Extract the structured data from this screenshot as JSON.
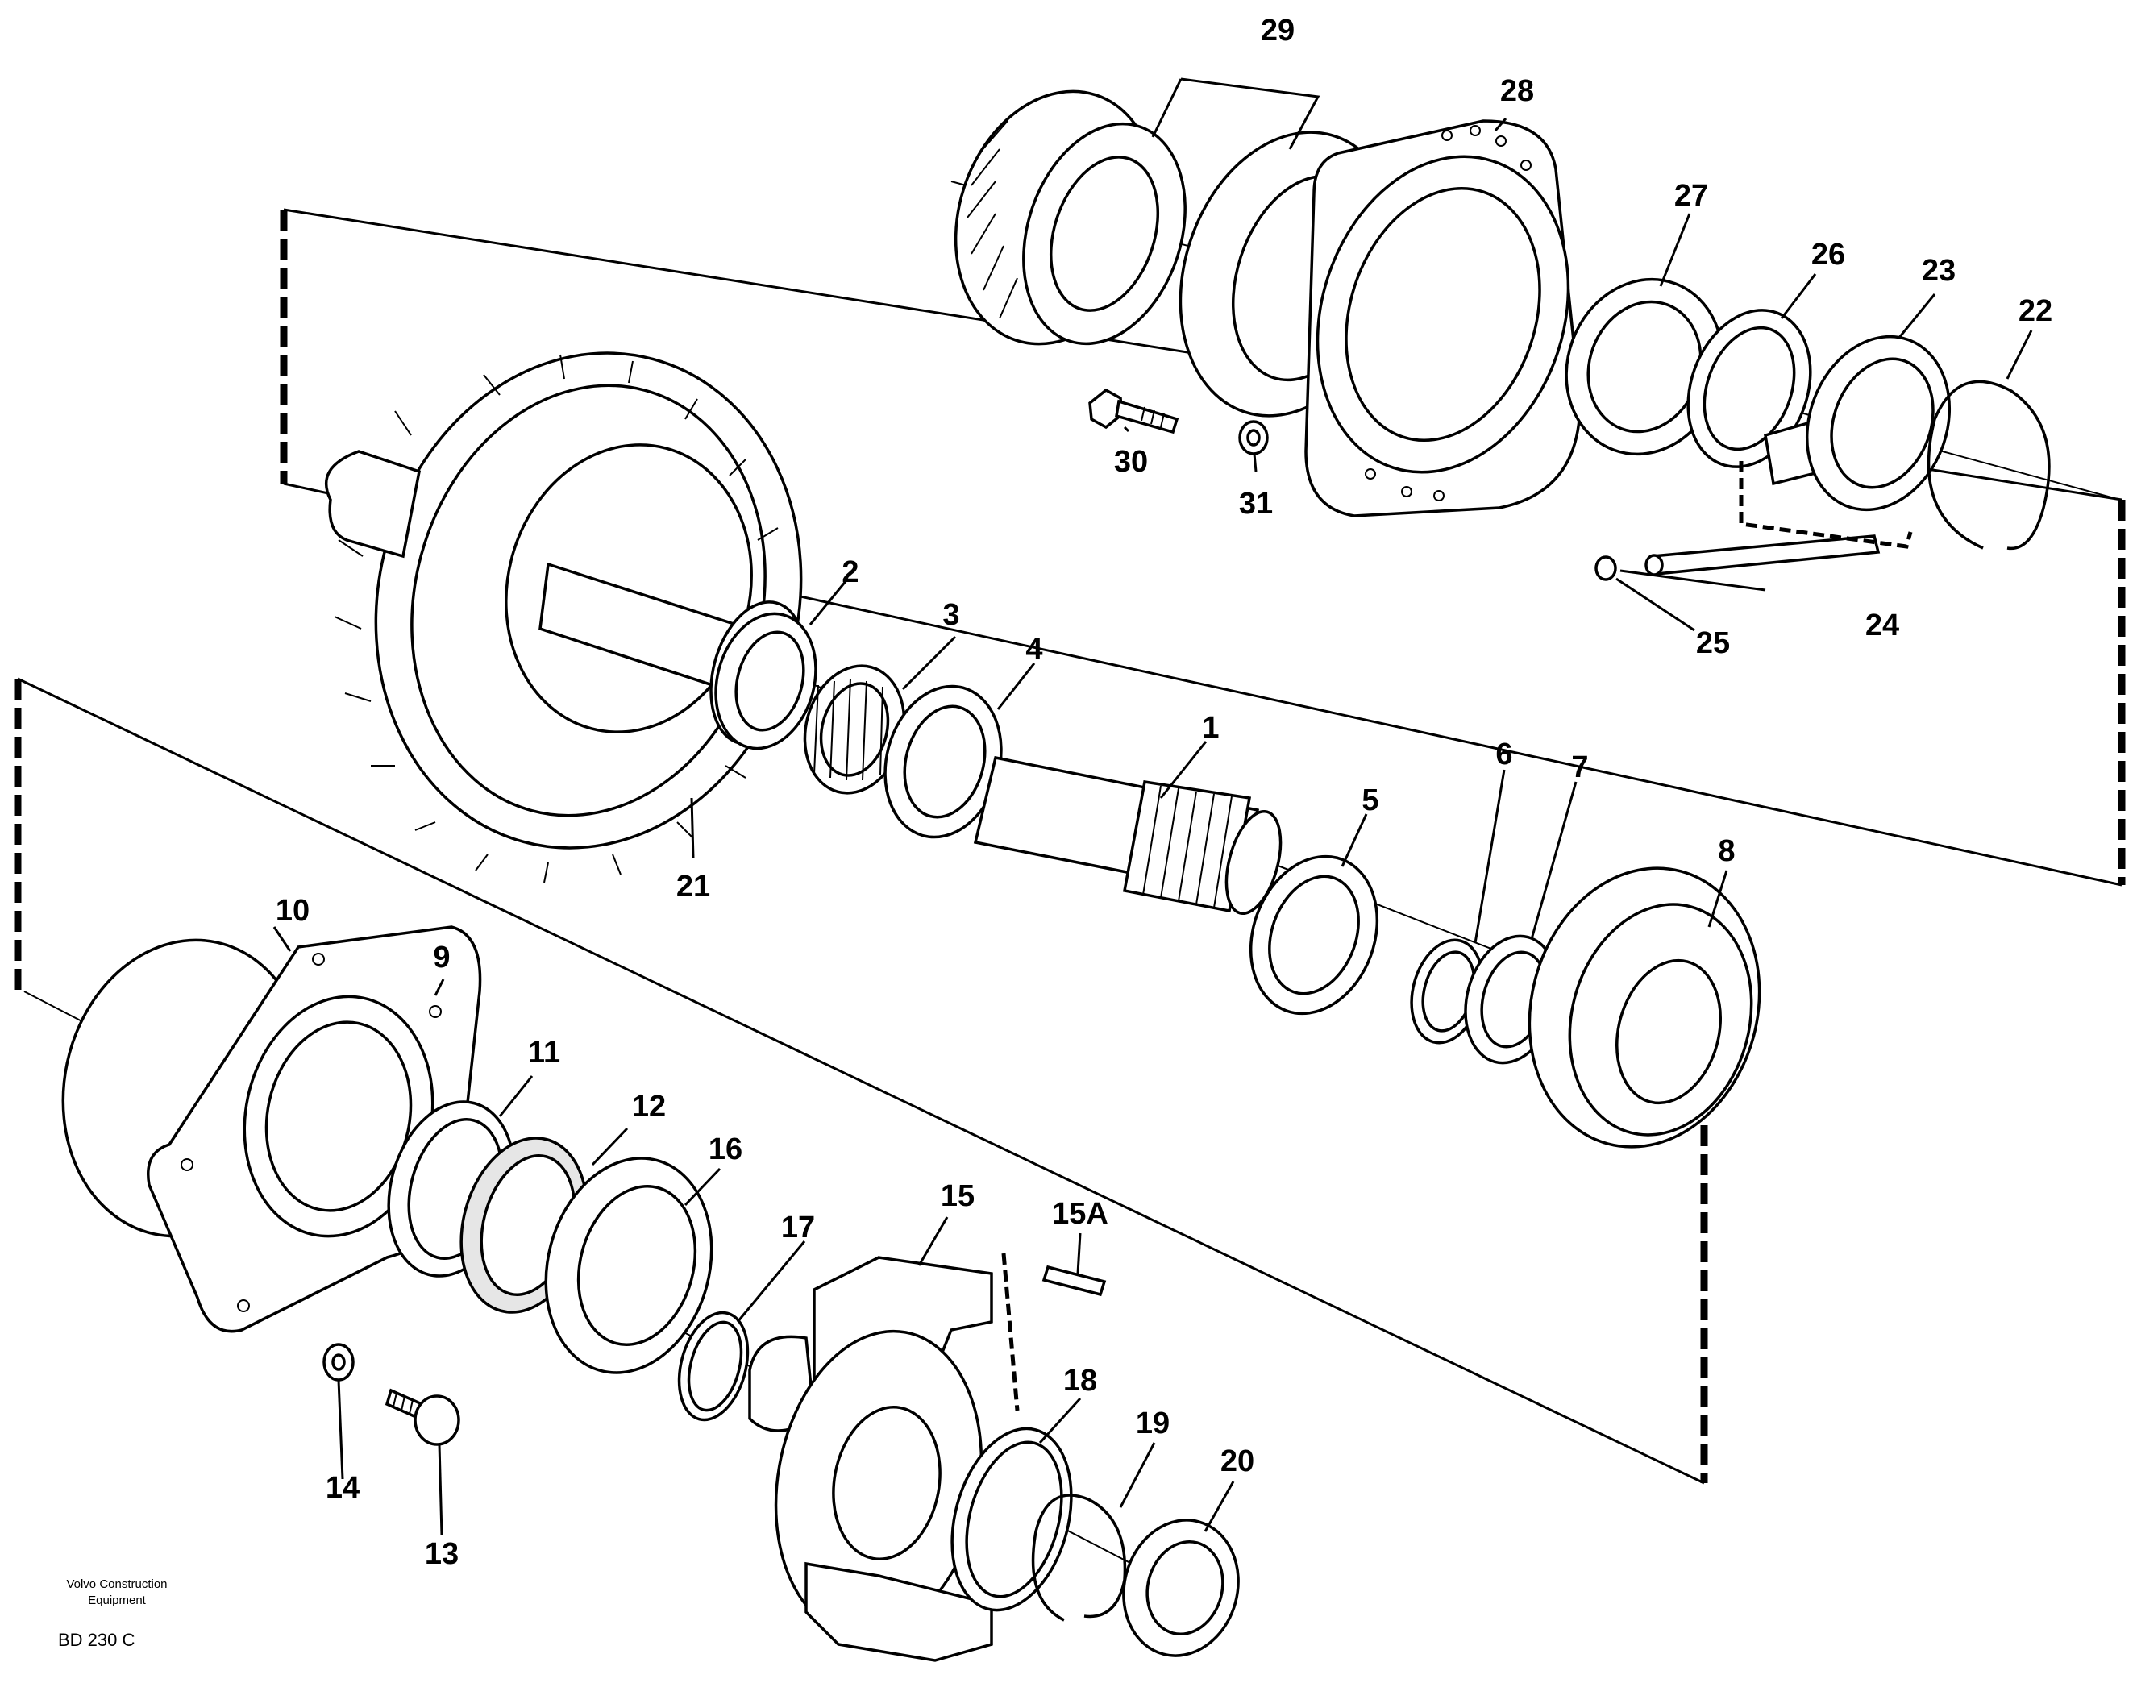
{
  "footer": {
    "company_line1": "Volvo Construction",
    "company_line2": "Equipment",
    "drawing_code": "BD 230 C"
  },
  "part_numbers": {
    "p1": "1",
    "p2": "2",
    "p3": "3",
    "p4": "4",
    "p5": "5",
    "p6": "6",
    "p7": "7",
    "p8": "8",
    "p9": "9",
    "p10": "10",
    "p11": "11",
    "p12": "12",
    "p13": "13",
    "p14": "14",
    "p15": "15",
    "p15a": "15A",
    "p16": "16",
    "p17": "17",
    "p18": "18",
    "p19": "19",
    "p20": "20",
    "p21": "21",
    "p22": "22",
    "p23": "23",
    "p24": "24",
    "p25": "25",
    "p26": "26",
    "p27": "27",
    "p28": "28",
    "p29": "29",
    "p30": "30",
    "p31": "31"
  }
}
